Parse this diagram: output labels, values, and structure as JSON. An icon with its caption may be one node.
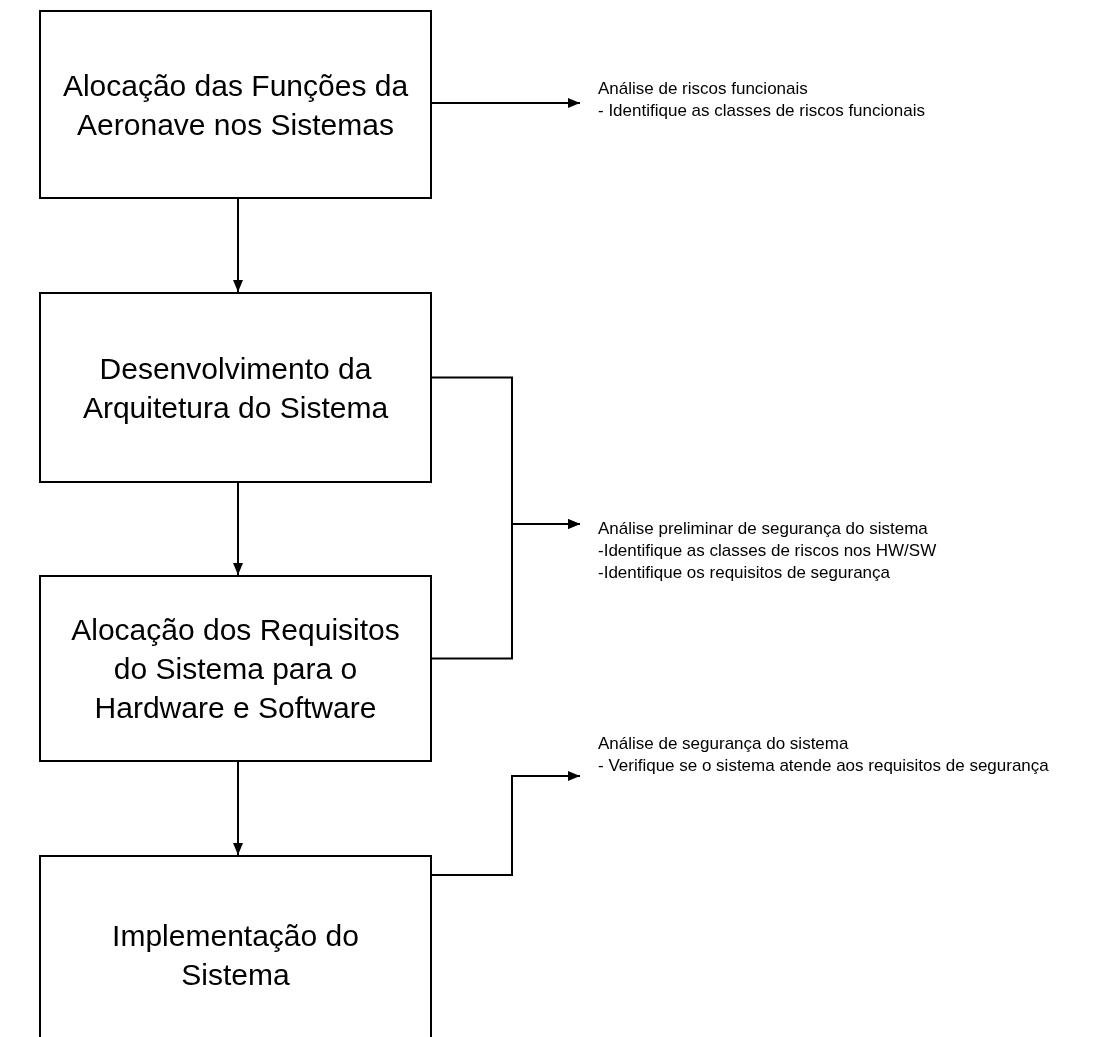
{
  "diagram": {
    "nodes": [
      {
        "text": [
          "Alocação das Funções da Aeronave nos Sistemas"
        ]
      },
      {
        "text": [
          "Desenvolvimento da Arquitetura do Sistema"
        ]
      },
      {
        "text": [
          "Alocação dos Requisitos do Sistema para o Hardware e Software"
        ]
      },
      {
        "text": [
          "Implementação do Sistema"
        ]
      },
      {
        "text": [
          "Análise de riscos funcionais",
          "- Identifique as classes de riscos funcionais"
        ]
      },
      {
        "text": [
          "Análise preliminar de segurança do sistema",
          "-Identifique as classes de riscos nos HW/SW",
          "-Identifique os requisitos de segurança"
        ]
      },
      {
        "text": [
          "Análise de segurança do sistema",
          "- Verifique se o sistema atende aos requisitos de segurança"
        ]
      }
    ],
    "edges": [
      {
        "from": 0,
        "to": 1,
        "arrow": "to"
      },
      {
        "from": 1,
        "to": 2,
        "arrow": "to"
      },
      {
        "from": 2,
        "to": 3,
        "arrow": "to"
      },
      {
        "from": 0,
        "to": 4,
        "arrow": "to"
      },
      {
        "from": 1,
        "to": 5,
        "arrow": "to"
      },
      {
        "from": 2,
        "to": 5,
        "arrow": "to"
      },
      {
        "from": 3,
        "to": 6,
        "arrow": "to"
      }
    ]
  }
}
